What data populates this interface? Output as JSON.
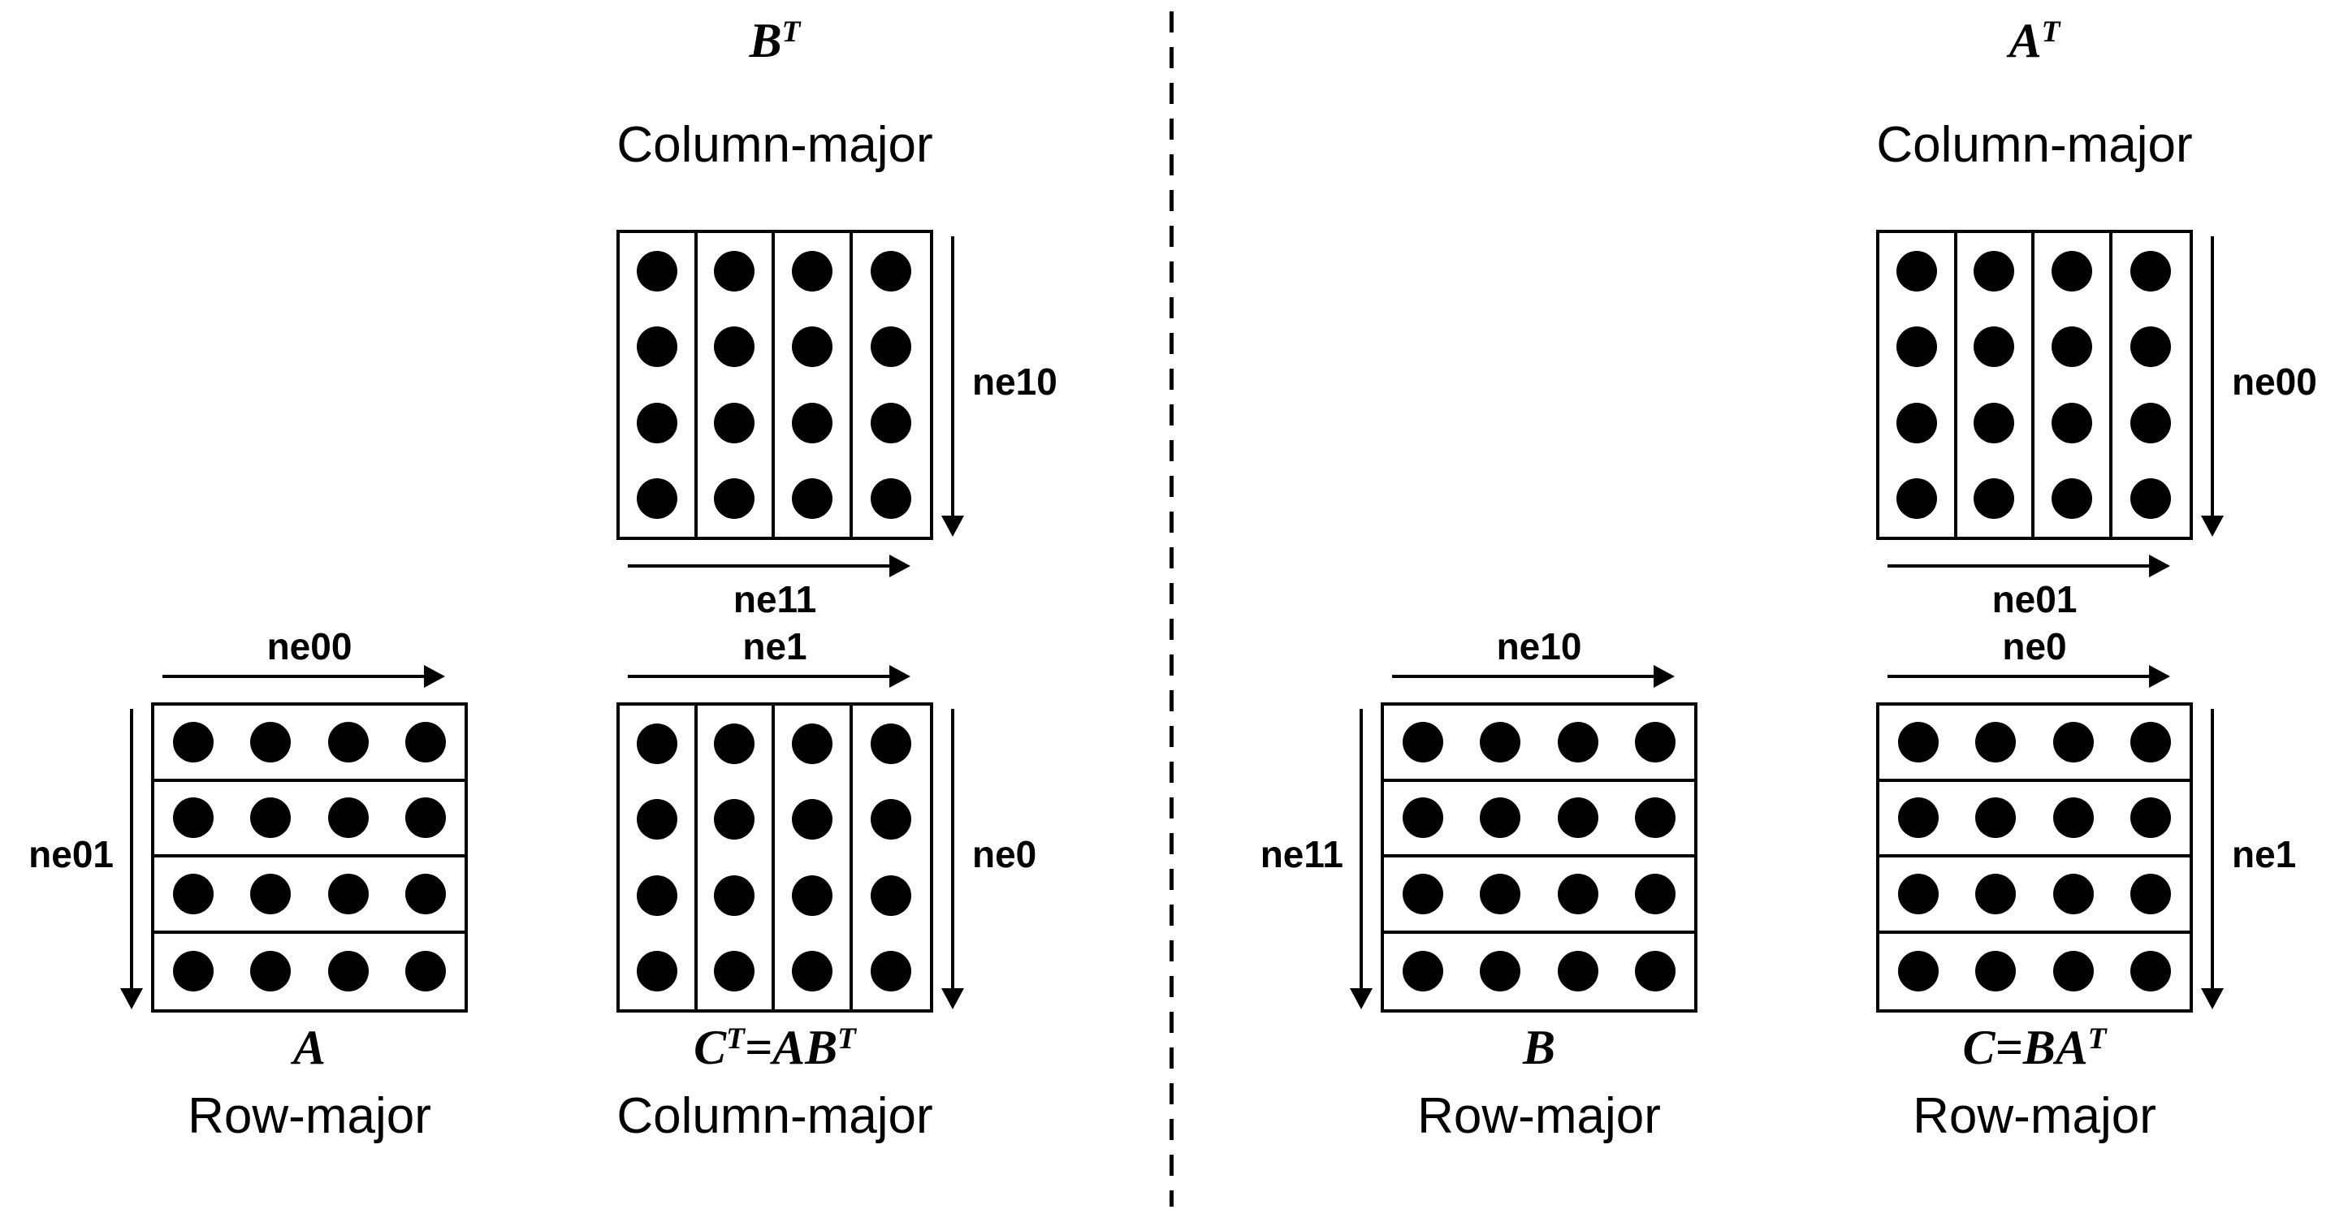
{
  "colors": {
    "ink": "#000000",
    "background": "#ffffff"
  },
  "matrix_grid": {
    "rows": 4,
    "cols": 4
  },
  "panels": {
    "left": {
      "top": {
        "name": {
          "base1": "B",
          "sup1": "T",
          "base2": "",
          "sup2": ""
        },
        "layout": "Column-major",
        "right_arrow_label": "ne10",
        "bottom_arrow_label": "ne11"
      },
      "bottom_left": {
        "name": {
          "base1": "A",
          "sup1": "",
          "base2": "",
          "sup2": ""
        },
        "layout": "Row-major",
        "top_arrow_label": "ne00",
        "left_arrow_label": "ne01"
      },
      "bottom_right": {
        "name": {
          "base1": "C",
          "sup1": "T",
          "base2": "=AB",
          "sup2": "T"
        },
        "layout": "Column-major",
        "top_arrow_label": "ne1",
        "right_arrow_label": "ne0"
      }
    },
    "right": {
      "top": {
        "name": {
          "base1": "A",
          "sup1": "T",
          "base2": "",
          "sup2": ""
        },
        "layout": "Column-major",
        "right_arrow_label": "ne00",
        "bottom_arrow_label": "ne01"
      },
      "bottom_left": {
        "name": {
          "base1": "B",
          "sup1": "",
          "base2": "",
          "sup2": ""
        },
        "layout": "Row-major",
        "top_arrow_label": "ne10",
        "left_arrow_label": "ne11"
      },
      "bottom_right": {
        "name": {
          "base1": "C=BA",
          "sup1": "T",
          "base2": "",
          "sup2": ""
        },
        "layout": "Row-major",
        "top_arrow_label": "ne0",
        "right_arrow_label": "ne1"
      }
    }
  }
}
